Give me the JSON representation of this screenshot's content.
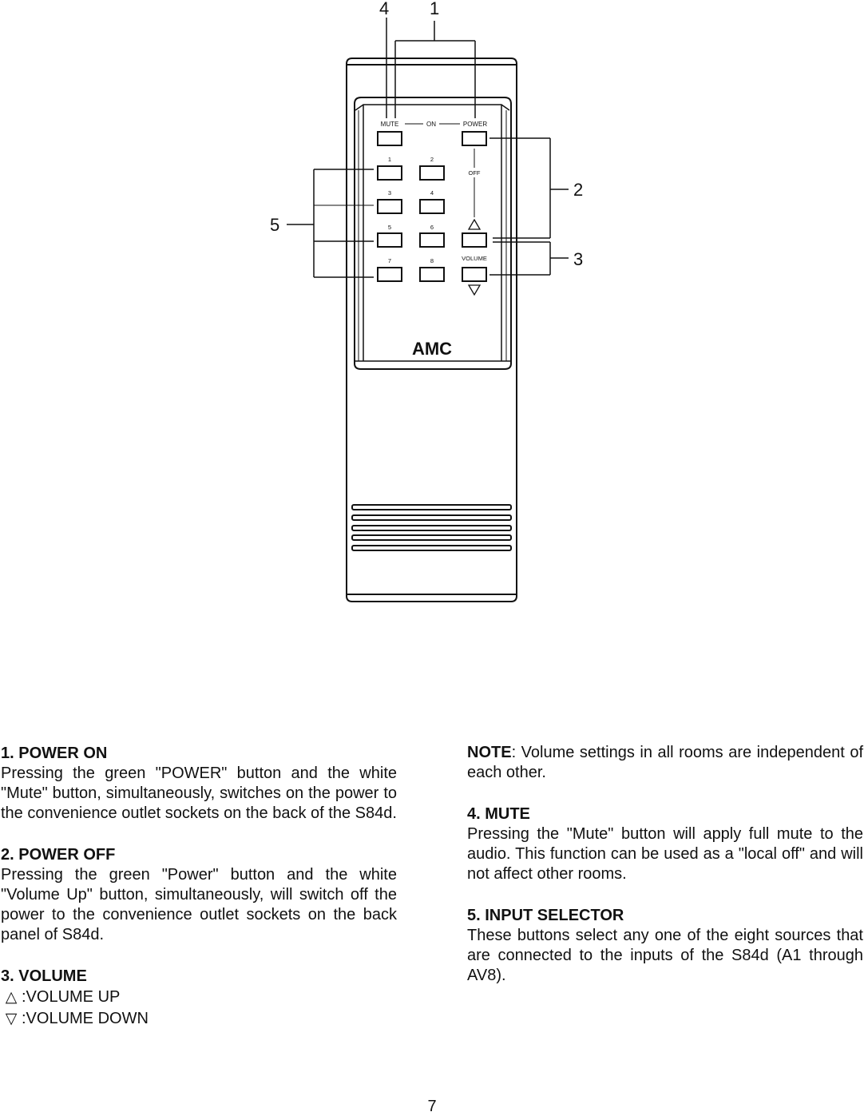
{
  "diagram": {
    "callouts": [
      "1",
      "2",
      "3",
      "4",
      "5"
    ],
    "remote": {
      "brand": "AMC",
      "labels": {
        "mute": "MUTE",
        "on": "ON",
        "power": "POWER",
        "off": "OFF",
        "volume": "VOLUME"
      },
      "input_buttons": [
        "1",
        "2",
        "3",
        "4",
        "5",
        "6",
        "7",
        "8"
      ],
      "volume_up_symbol": "△",
      "volume_down_symbol": "▽"
    }
  },
  "left_column": {
    "sections": [
      {
        "heading": "1. POWER ON",
        "body": "Pressing the green \"POWER\" button and the white \"Mute\" button, simultaneously, switches on the power to the convenience outlet sockets on the back of the S84d."
      },
      {
        "heading": "2. POWER OFF",
        "body": "Pressing the green \"Power\" button and the white \"Volume Up\" button, simultaneously, will switch off the power to the convenience outlet sockets on the back panel of S84d."
      },
      {
        "heading": "3. VOLUME",
        "lines": [
          {
            "symbol": "△",
            "text": ":VOLUME UP"
          },
          {
            "symbol": "▽",
            "text": ":VOLUME DOWN"
          }
        ]
      }
    ]
  },
  "right_column": {
    "note": {
      "label": "NOTE",
      "text": ": Volume settings in all rooms are independent of each other."
    },
    "sections": [
      {
        "heading": "4. MUTE",
        "body": "Pressing the \"Mute\" button will apply full mute to the audio. This function can be used as a \"local off\" and will not affect other rooms."
      },
      {
        "heading": "5. INPUT SELECTOR",
        "body": "These buttons select any one of the eight sources that are connected to the inputs of the S84d (A1 through AV8)."
      }
    ]
  },
  "footer": {
    "page_number": "7"
  }
}
